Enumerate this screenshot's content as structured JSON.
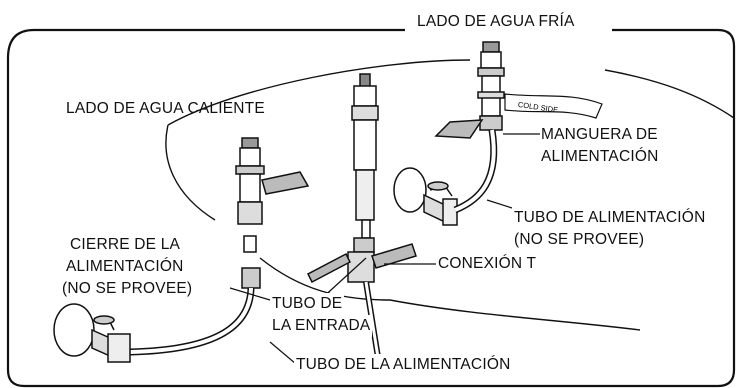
{
  "labels": {
    "cold_side": "LADO DE AGUA FRÍA",
    "hot_side": "LADO DE AGUA CALIENTE",
    "supply_hose_1": "MANGUERA DE",
    "supply_hose_2": "ALIMENTACIÓN",
    "supply_tube_1": "TUBO DE ALIMENTACIÓN",
    "supply_tube_2": "(NO SE PROVEE)",
    "shutoff_1": "CIERRE DE LA",
    "shutoff_2": "ALIMENTACIÓN",
    "shutoff_3": "(NO SE PROVEE)",
    "tee": "CONEXIÓN T",
    "inlet_1": "TUBO DE",
    "inlet_2": "LA ENTRADA",
    "bottom_supply": "TUBO DE LA ALIMENTACIÓN"
  },
  "tag_cold": "COLD SIDE"
}
